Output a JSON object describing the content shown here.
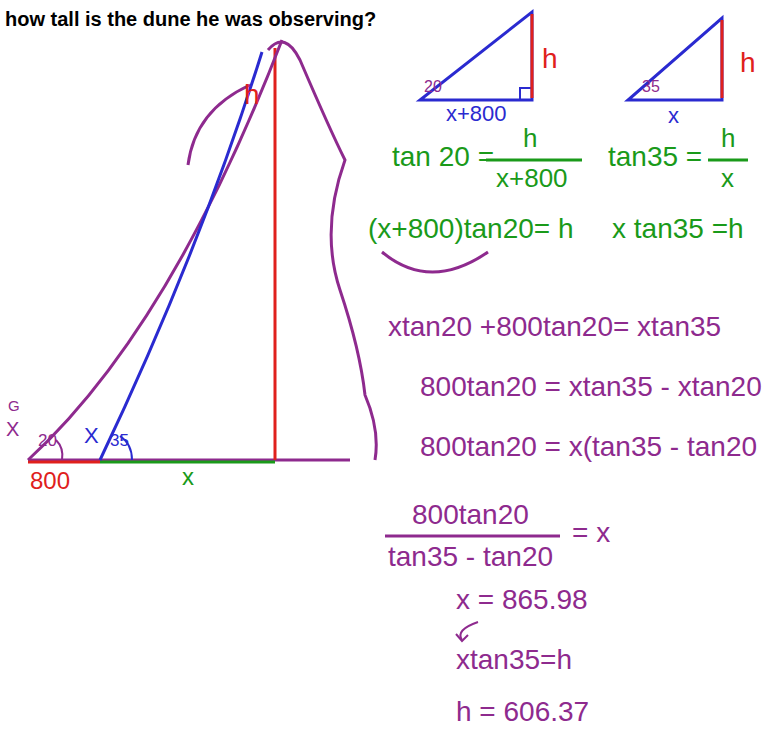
{
  "diagram": {
    "title": "how tall is the dune he was observing?",
    "labels": [
      "G",
      "X",
      "20",
      "X",
      "35",
      "h",
      "800",
      "x",
      "h",
      "20",
      "x+800",
      "35",
      "x",
      "h",
      "tan 20 =",
      "h",
      "x+800",
      "tan35 =",
      "h",
      "x",
      "(x+800)tan20= h",
      "x tan35 =h",
      "xtan20 +800tan20= xtan35",
      "800tan20 = xtan35 - xtan20",
      "800tan20 = x(tan35 - tan20",
      "800tan20",
      "tan35 - tan20",
      "= x",
      "x = 865.98",
      "xtan35=h",
      "h = 606.37"
    ]
  }
}
